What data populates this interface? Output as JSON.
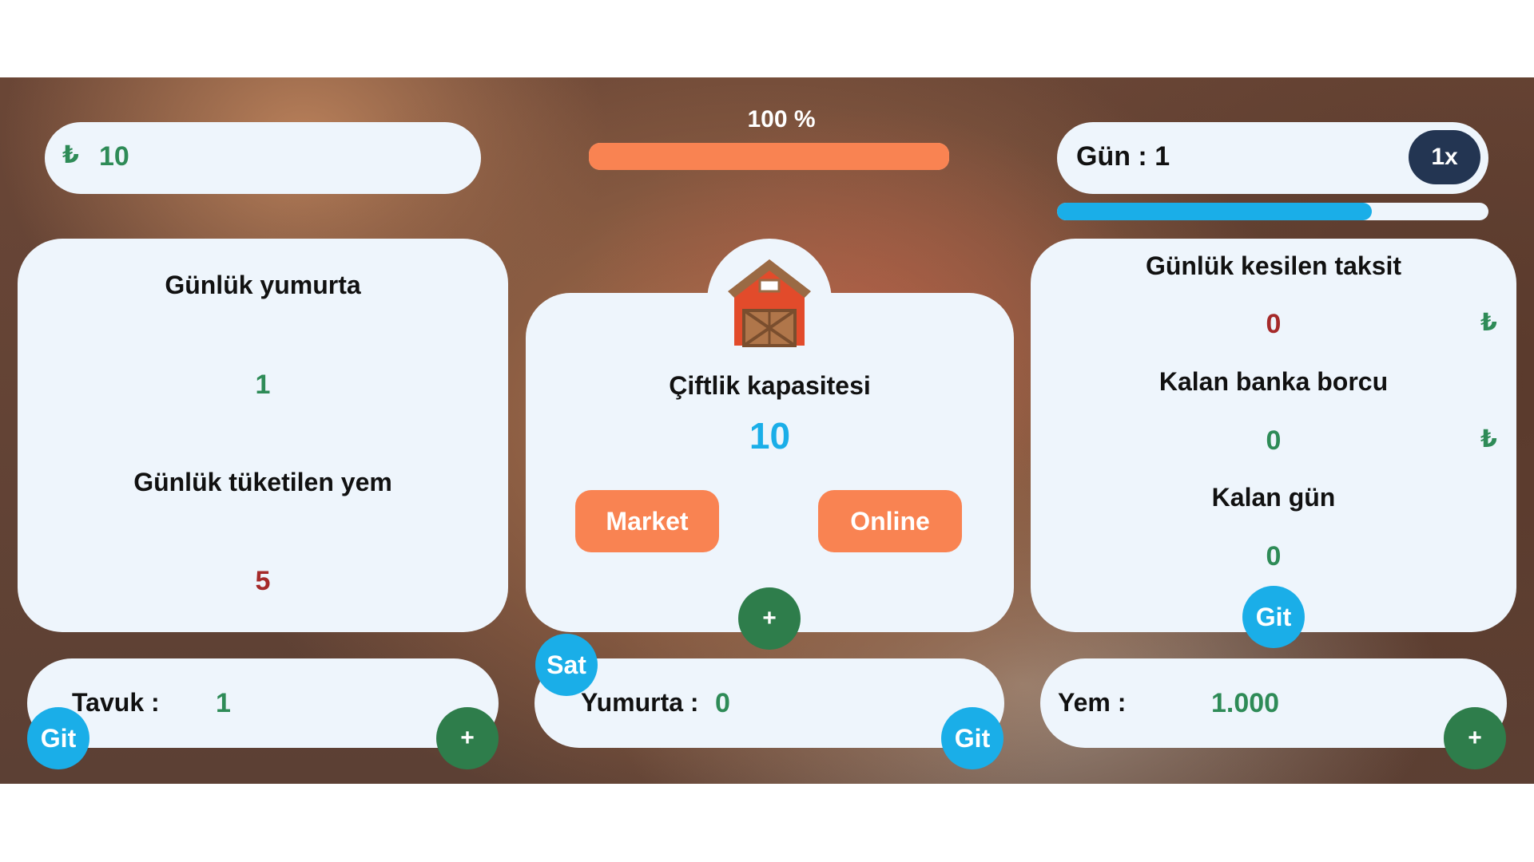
{
  "hud": {
    "money": {
      "currency_symbol": "₺",
      "value": "10"
    },
    "capacity_bar": {
      "label": "100 %",
      "percent": 100,
      "color": "#f98352"
    },
    "day": {
      "label": "Gün : 1",
      "speed_button": "1x"
    },
    "day_progress": {
      "fraction": 0.73,
      "color": "#1aaee8"
    }
  },
  "left_card": {
    "daily_eggs_label": "Günlük yumurta",
    "daily_eggs_value": "1",
    "daily_feed_label": "Günlük tüketilen yem",
    "daily_feed_value": "5"
  },
  "center_card": {
    "icon": "barn-icon",
    "capacity_label": "Çiftlik kapasitesi",
    "capacity_value": "10",
    "market_button": "Market",
    "online_button": "Online",
    "add_button": "+"
  },
  "right_card": {
    "installment_label": "Günlük kesilen taksit",
    "installment_value": "0",
    "installment_currency": "₺",
    "debt_label": "Kalan banka borcu",
    "debt_value": "0",
    "debt_currency": "₺",
    "days_left_label": "Kalan gün",
    "days_left_value": "0",
    "go_button": "Git"
  },
  "bottom": {
    "chicken": {
      "label": "Tavuk :",
      "value": "1",
      "go_button": "Git",
      "add_button": "+"
    },
    "eggs": {
      "label": "Yumurta :",
      "value": "0",
      "sell_button": "Sat",
      "go_button": "Git"
    },
    "feed": {
      "label": "Yem :",
      "value": "1.000",
      "add_button": "+"
    }
  },
  "colors": {
    "panel": "#eef5fc",
    "accent_orange": "#f98352",
    "accent_blue": "#1aaee8",
    "accent_green": "#2e7d4b",
    "speed_button": "#233552"
  }
}
